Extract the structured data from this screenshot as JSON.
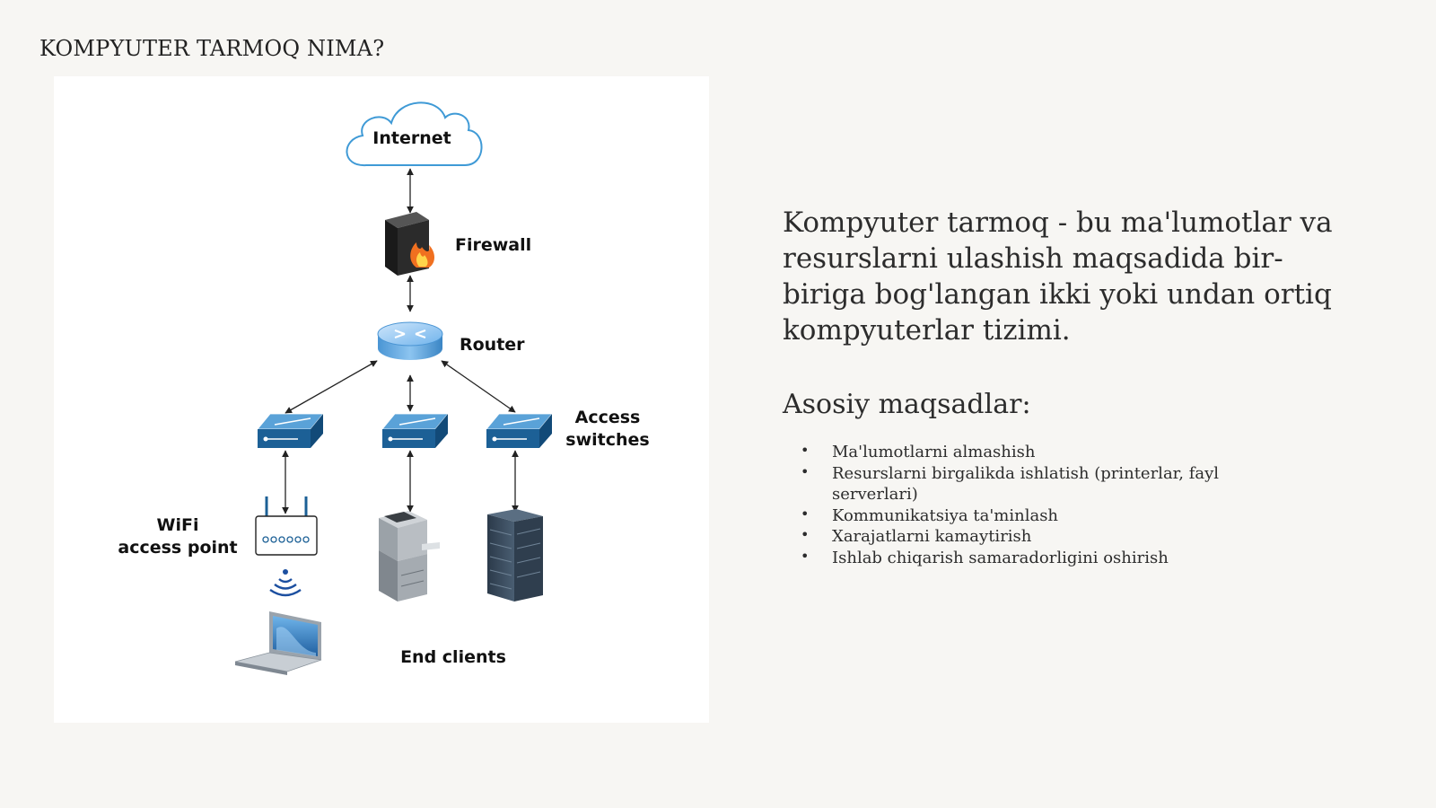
{
  "slide": {
    "title": "KOMPYUTER TARMOQ NIMA?",
    "description": "Kompyuter tarmoq - bu ma'lumotlar va resurslarni ulashish maqsadida bir-biriga bog'langan ikki yoki undan ortiq kompyuterlar tizimi.",
    "goals_heading": "Asosiy maqsadlar:",
    "goals": [
      "Ma'lumotlarni almashish",
      "Resurslarni birgalikda ishlatish (printerlar, fayl serverlari)",
      "Kommunikatsiya ta'minlash",
      "Xarajatlarni kamaytirish",
      "Ishlab chiqarish samaradorligini oshirish"
    ]
  },
  "diagram": {
    "nodes": {
      "internet": "Internet",
      "firewall": "Firewall",
      "router": "Router",
      "access_switches_line1": "Access",
      "access_switches_line2": "switches",
      "wifi_line1": "WiFi",
      "wifi_line2": "access point",
      "end_clients": "End clients"
    },
    "icons": [
      "cloud-icon",
      "firewall-icon",
      "router-icon",
      "switch-icon",
      "wifi-access-point-icon",
      "wifi-signal-icon",
      "laptop-icon",
      "printer-icon",
      "server-rack-icon"
    ],
    "colors": {
      "network_blue": "#2a7ab5",
      "switch_dark": "#1a5a8a",
      "flame": "#f07020"
    }
  }
}
